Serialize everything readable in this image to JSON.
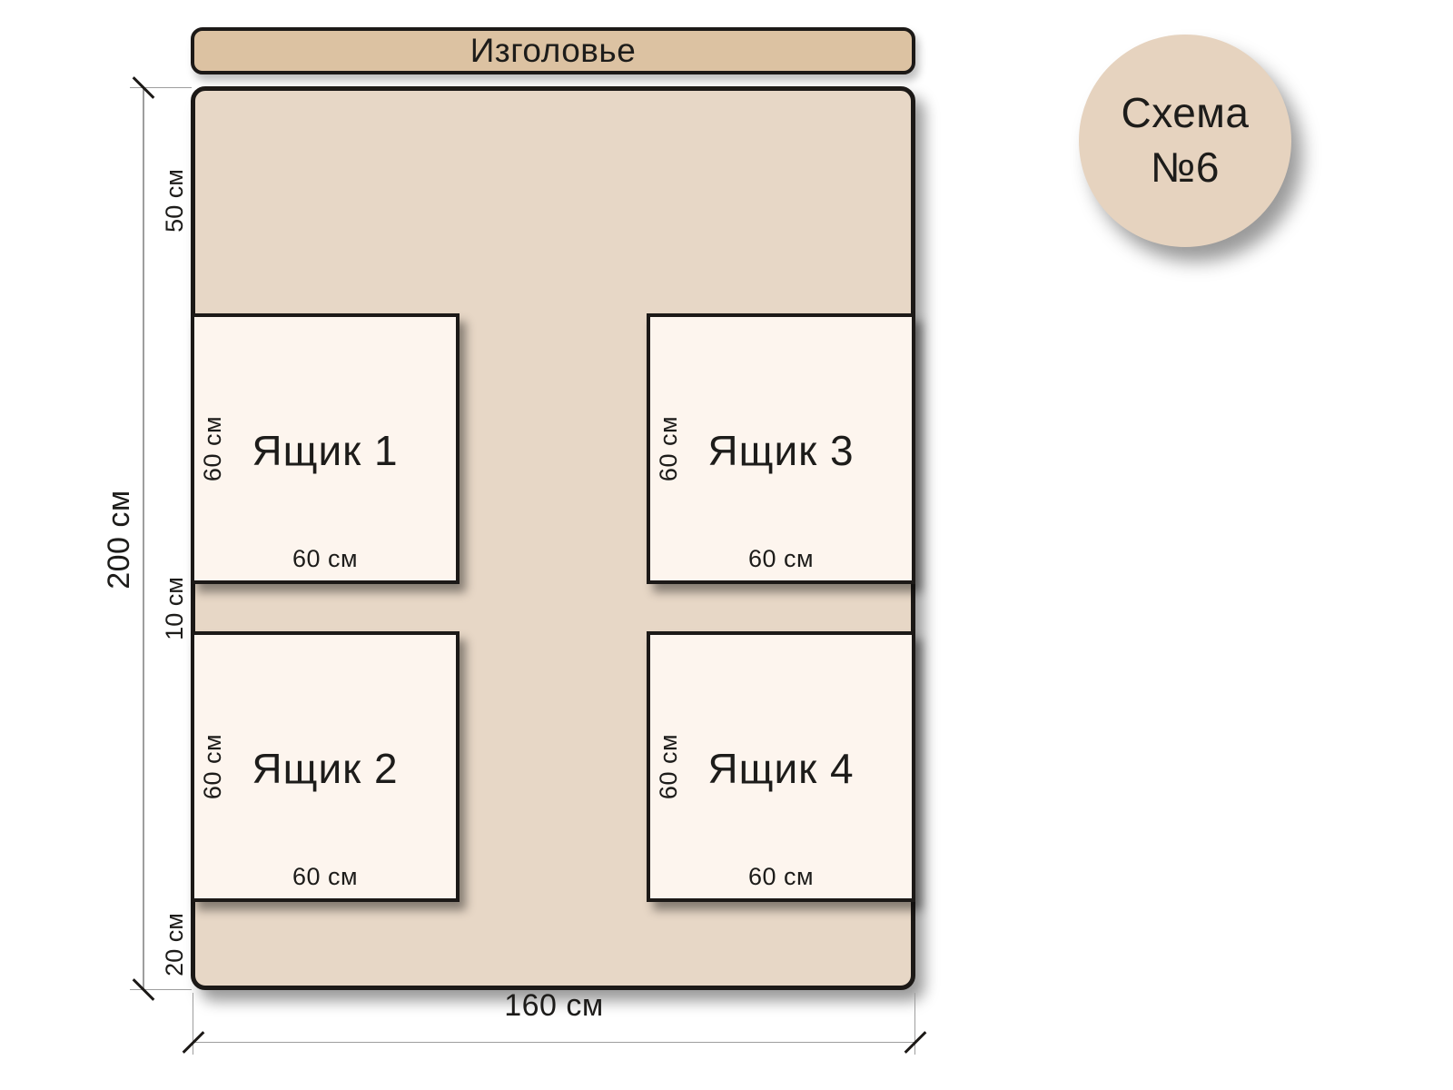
{
  "badge": {
    "line1": "Схема",
    "line2": "№6"
  },
  "headboard": {
    "label": "Изголовье"
  },
  "dimensions": {
    "total_height": "200 см",
    "total_width": "160 см",
    "top_zone": "50 см",
    "row_gap": "10 см",
    "bottom_zone": "20 см"
  },
  "drawers": [
    {
      "name": "Ящик 1",
      "width": "60 см",
      "height": "60 см"
    },
    {
      "name": "Ящик 2",
      "width": "60 см",
      "height": "60 см"
    },
    {
      "name": "Ящик 3",
      "width": "60 см",
      "height": "60 см"
    },
    {
      "name": "Ящик 4",
      "width": "60 см",
      "height": "60 см"
    }
  ],
  "colors": {
    "outline": "#1c1917",
    "headboard_fill": "#dcc2a2",
    "bed_fill": "#e7d7c6",
    "drawer_fill": "#fdf5ee",
    "badge_fill": "#e6d3bf",
    "dim_line": "#9e9e9e",
    "text": "#1d1c1a"
  }
}
